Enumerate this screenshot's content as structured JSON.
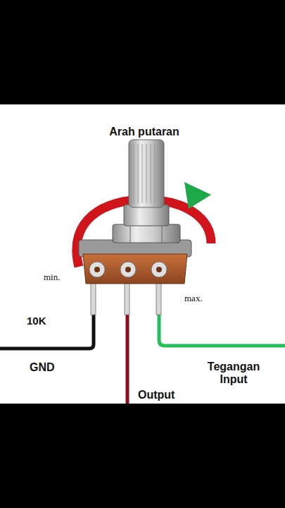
{
  "diagram": {
    "labels": [
      "Arah putaran",
      "min.",
      "max.",
      "10K",
      "GND",
      "Output",
      "Tegangan Input"
    ]
  }
}
